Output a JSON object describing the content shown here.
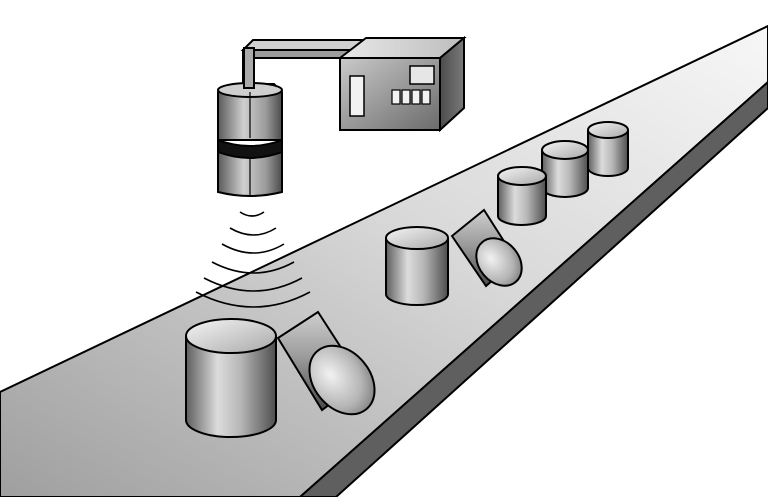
{
  "diagram": {
    "components": {
      "sensor": "ultrasonic-proximity-sensor",
      "controller": "controller-unit",
      "cable": "signal-cable",
      "belt": "conveyor-belt",
      "waves": "ultrasonic-waves"
    },
    "objects": {
      "near_group": [
        "upright-cylinder",
        "tipped-cylinder"
      ],
      "middle_group": [
        "upright-cylinder",
        "tipped-cylinder"
      ],
      "far_group": [
        "upright-cylinder",
        "upright-cylinder",
        "upright-cylinder"
      ]
    },
    "controller_buttons": 4,
    "wave_arc_count": 6
  },
  "colors": {
    "background": "#ffffff",
    "outline": "#000000",
    "belt_top_light": "#f4f4f4",
    "belt_top_dark": "#bdbdbd",
    "belt_edge": "#6a6a6a",
    "metal_light": "#eeeeee",
    "metal_mid": "#b5b5b5",
    "metal_dark": "#555555",
    "sensor_band": "#111111"
  }
}
